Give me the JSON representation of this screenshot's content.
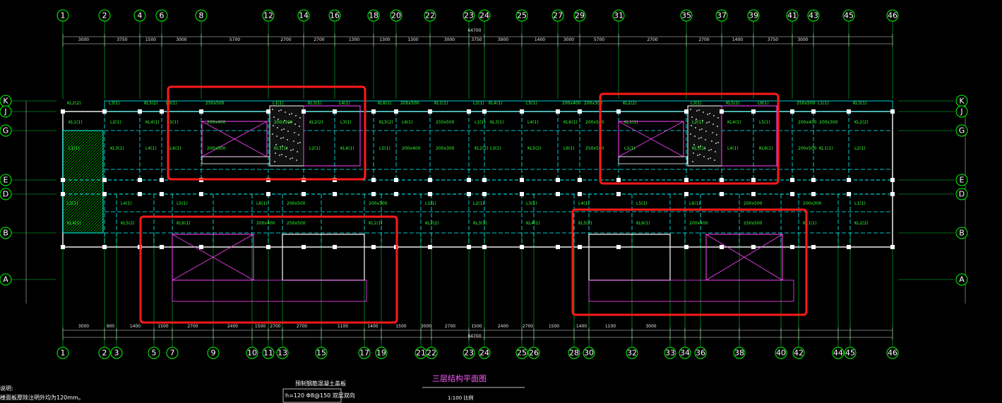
{
  "drawing": {
    "title": "三层结构平面图",
    "scale_text": "1:100  比例",
    "slab_note_title": "预制钢筋混凝土盖板",
    "slab_note_spec": "h=120 Φ8@150 双层双向",
    "left_note_1": "说明:",
    "left_note_2": "楼面板厚除注明外均为120mm。"
  },
  "axes": {
    "top_labels": [
      "1",
      "2",
      "4",
      "6",
      "8",
      "12",
      "14",
      "16",
      "18",
      "20",
      "22",
      "23",
      "24",
      "25",
      "27",
      "29",
      "31",
      "35",
      "37",
      "39",
      "41",
      "43",
      "45",
      "46"
    ],
    "bottom_labels": [
      "1",
      "2",
      "3",
      "5",
      "7",
      "9",
      "10",
      "11",
      "13",
      "15",
      "17",
      "19",
      "21",
      "22",
      "23",
      "24",
      "25",
      "26",
      "28",
      "30",
      "32",
      "33",
      "34",
      "36",
      "38",
      "40",
      "42",
      "44",
      "45",
      "46"
    ],
    "row_labels": [
      "K",
      "J",
      "G",
      "E",
      "D",
      "B",
      "A"
    ],
    "overall_dim": "64700"
  },
  "dims": {
    "top_bays": [
      "3000",
      "3750",
      "1500",
      "3000",
      "5700",
      "2700",
      "2700",
      "1300",
      "1300",
      "1300",
      "3000",
      "3750",
      "3900",
      "1400",
      "3000",
      "5700",
      "2700",
      "2700",
      "1400",
      "3750",
      "3000"
    ],
    "bottom_bays": [
      "3000",
      "900",
      "1400",
      "1500",
      "2700",
      "2400",
      "1500",
      "2700",
      "2700",
      "1100",
      "1400",
      "1500",
      "3000",
      "2700",
      "1500",
      "2400",
      "2700",
      "1500",
      "1400",
      "1100",
      "3000"
    ]
  },
  "labels": {
    "beam_tags": [
      "KL1(1)",
      "L1(1)",
      "KL2(2)",
      "L2(1)",
      "KL3(1)",
      "L3(1)",
      "KL4(1)",
      "L4(1)",
      "KL5(2)",
      "L5(1)",
      "KL6(1)",
      "L6(1)",
      "200x400",
      "200x500",
      "250x500",
      "200x300"
    ]
  },
  "colors": {
    "background": "#000000",
    "axis_line": "#00cc33",
    "axis_bubble": "#00ff00",
    "wall": "#ffffff",
    "beam": "#00ffff",
    "slab_line": "#ff44ff",
    "highlight_box": "#ff1a1a",
    "text_tag": "#33ff33",
    "hatch": "#00bb00"
  }
}
